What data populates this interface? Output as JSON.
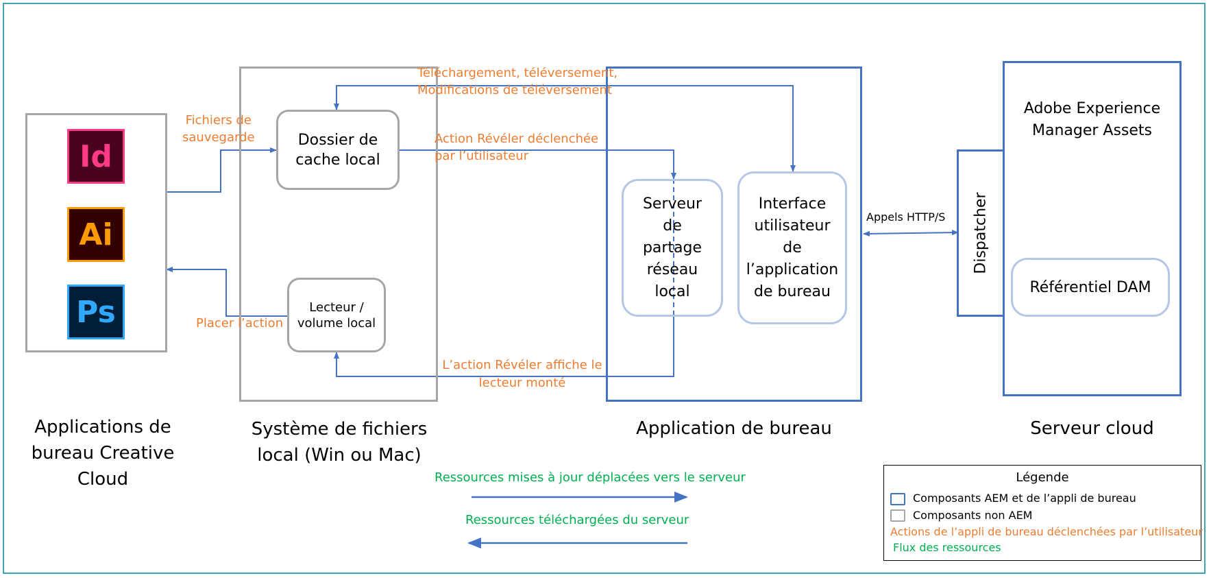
{
  "colors": {
    "frame": "#41a4b6",
    "aem_blue": "#4472c4",
    "non_aem_gray": "#a6a6a6",
    "action_orange": "#ed7d31",
    "flow_green": "#00b050"
  },
  "icons": {
    "indesign": {
      "label": "Id",
      "color": "#ff3a85",
      "bg": "#49021f"
    },
    "illustrator": {
      "label": "Ai",
      "color": "#ff9a00",
      "bg": "#330000"
    },
    "photoshop": {
      "label": "Ps",
      "color": "#31a8ff",
      "bg": "#001e36"
    }
  },
  "columns": {
    "cc_apps": "Applications de\nbureau Creative\nCloud",
    "filesystem": "Système de fichiers\nlocal (Win ou Mac)",
    "desktop_app": "Application de bureau",
    "cloud": "Serveur cloud"
  },
  "nodes": {
    "cache_folder": "Dossier de\ncache local",
    "local_drive": "Lecteur /\nvolume local",
    "network_share": "Serveur\nde\npartage\nréseau\nlocal",
    "app_ui": "Interface\nutilisateur\nde\nl’application\nde bureau",
    "aem_assets": "Adobe Experience\nManager Assets",
    "dispatcher": "Dispatcher",
    "dam_repo": "Référentiel DAM"
  },
  "edge_labels": {
    "save_files": "Fichiers de\nsauvegarde",
    "place_action": "Placer l’action",
    "download_upload": "Téléchargement, téléversement,\nModifications de téléversement",
    "reveal_action": "Action Révéler déclenchée\npar l’utilisateur",
    "reveal_shows": "L’action Révéler affiche le\nlecteur monté",
    "http_calls": "Appels HTTP/S"
  },
  "flows": {
    "uploaded": "Ressources mises à jour déplacées vers le serveur",
    "downloaded": "Ressources téléchargées du serveur"
  },
  "legend": {
    "title": "Légende",
    "aem_components": "Composants AEM et de l’appli de bureau",
    "non_aem_components": "Composants non AEM",
    "user_actions": "Actions de l’appli de bureau déclenchées par l’utilisateur",
    "asset_flow": "Flux des ressources"
  }
}
